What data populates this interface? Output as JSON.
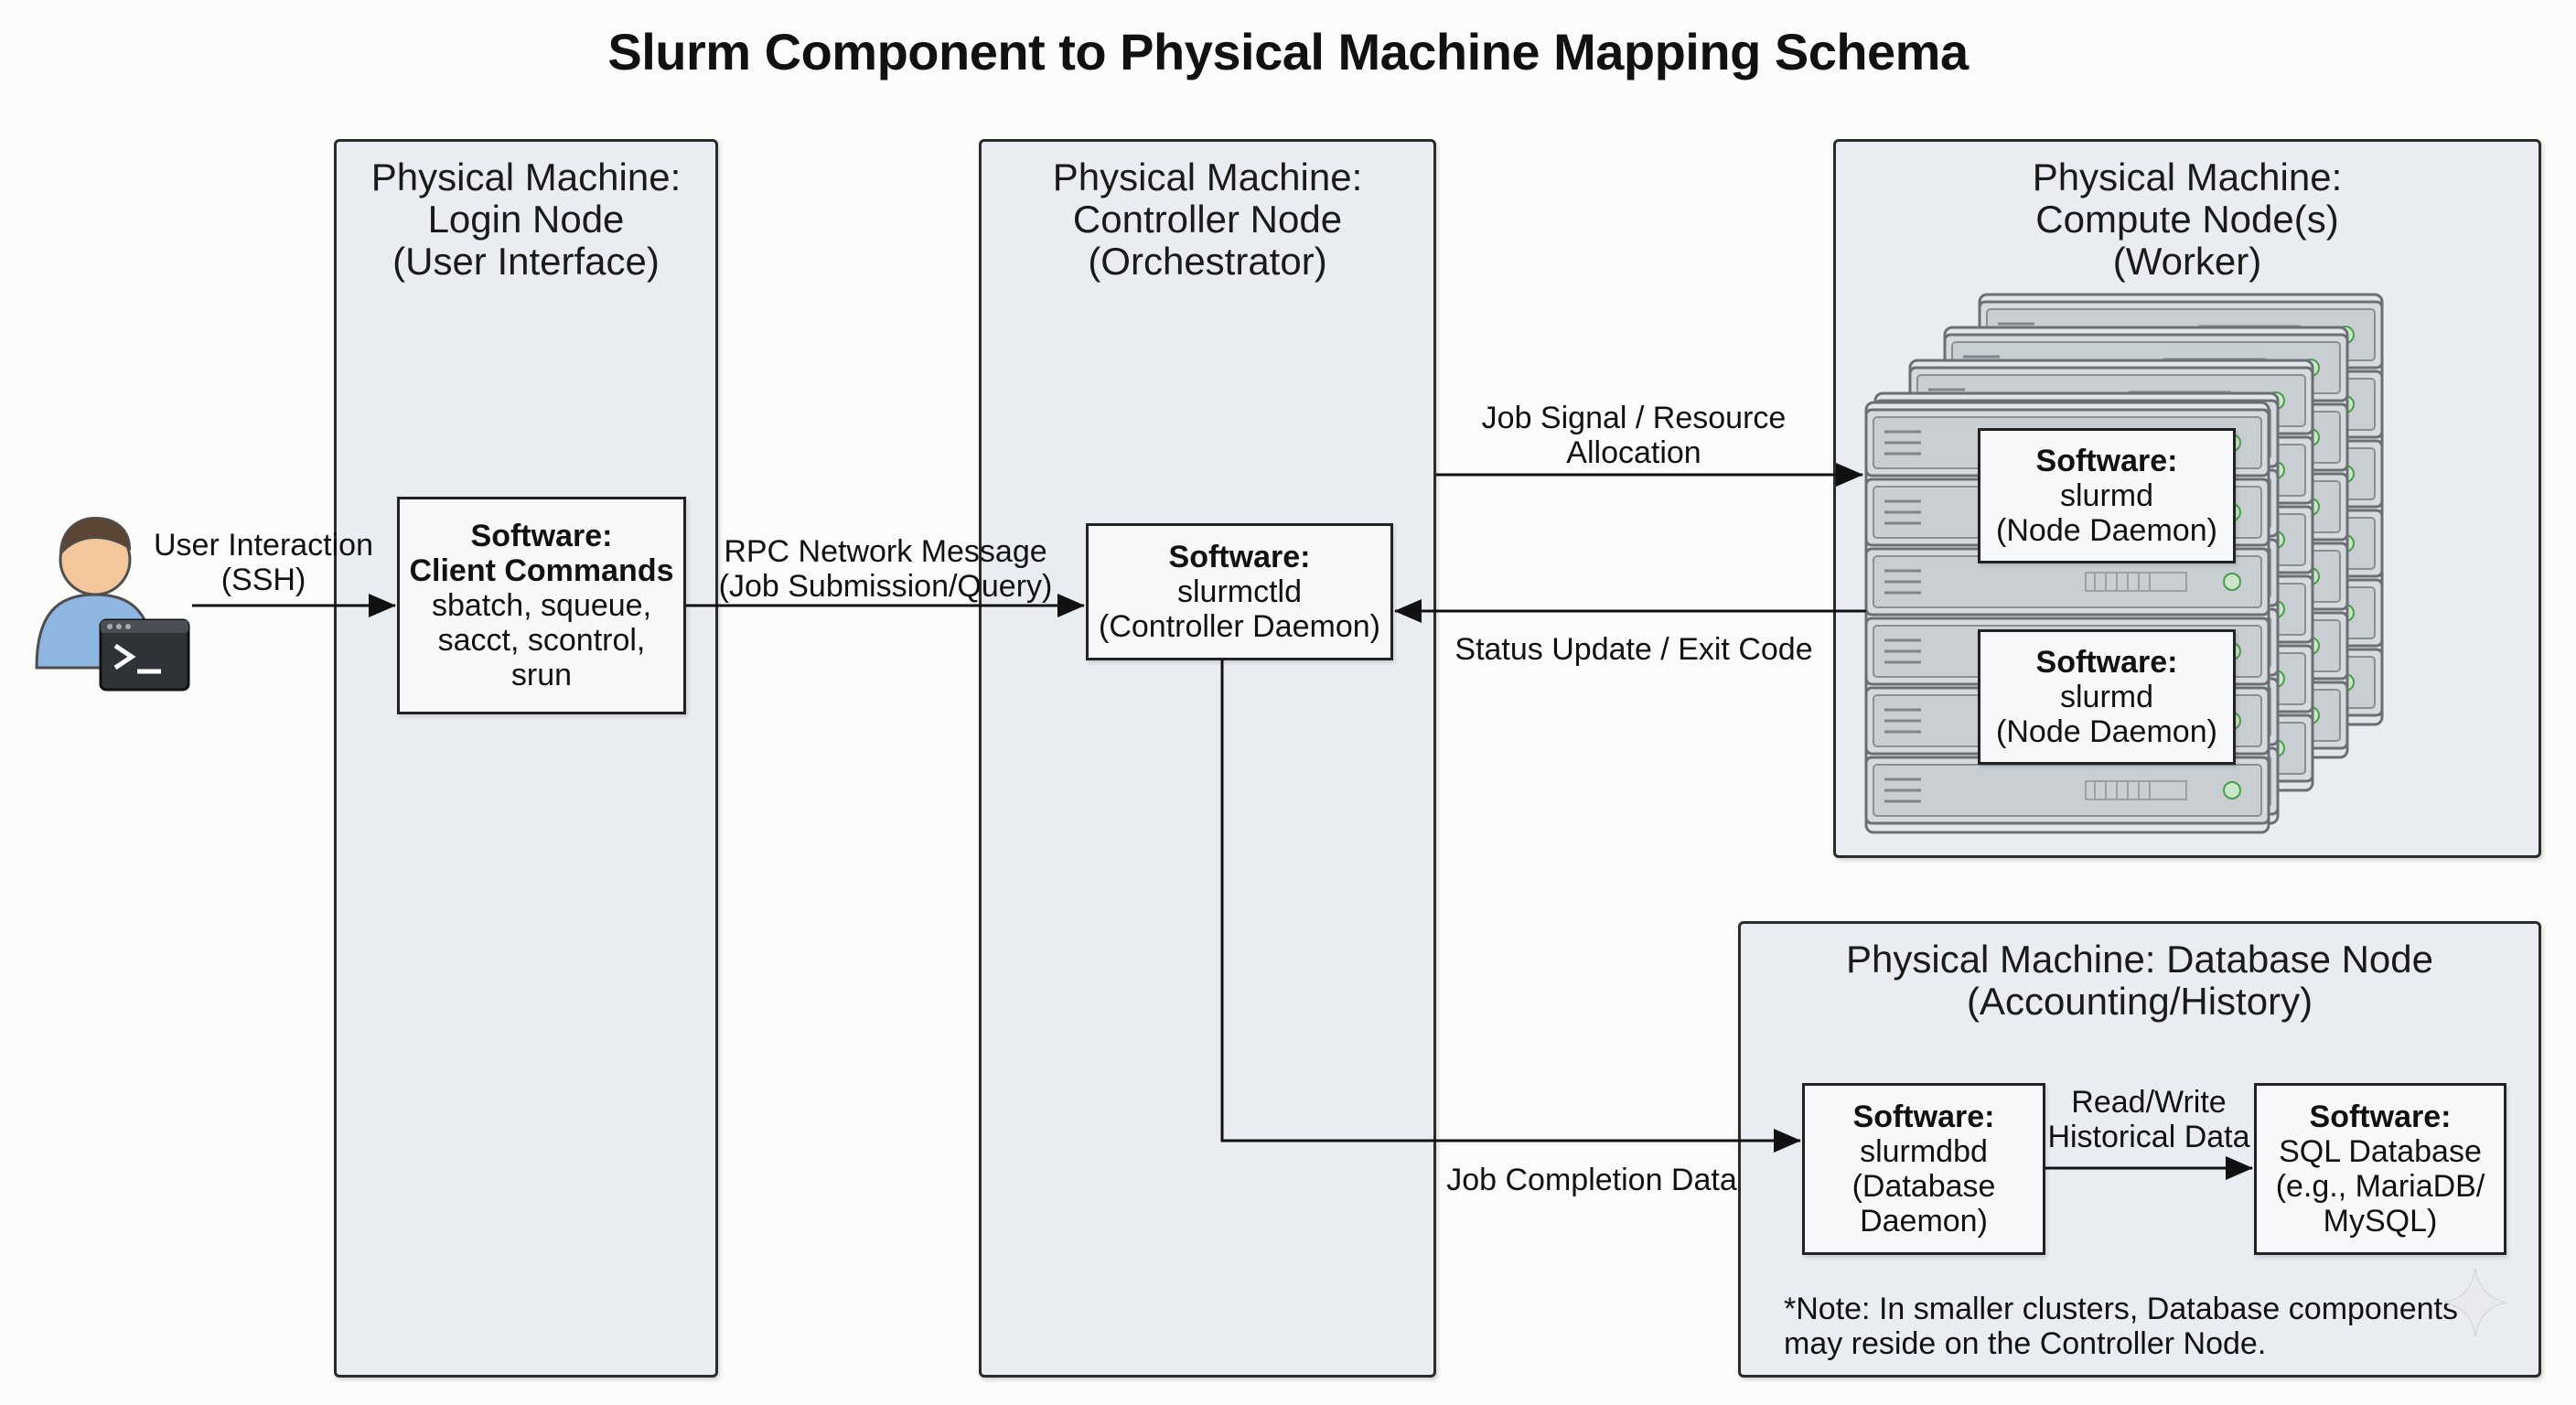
{
  "title": "Slurm Component to Physical Machine Mapping Schema",
  "machines": {
    "login": {
      "title": [
        "Physical Machine:",
        "Login Node",
        "(User Interface)"
      ]
    },
    "controller": {
      "title": [
        "Physical Machine:",
        "Controller Node",
        "(Orchestrator)"
      ]
    },
    "compute": {
      "title": [
        "Physical Machine:",
        "Compute Node(s)",
        "(Worker)"
      ]
    },
    "database": {
      "title": [
        "Physical Machine: Database Node",
        "(Accounting/History)"
      ]
    }
  },
  "software": {
    "client": {
      "heading": "Software:",
      "name": "Client Commands",
      "lines": [
        "sbatch, squeue,",
        "sacct, scontrol,",
        "srun"
      ]
    },
    "slurmctld": {
      "heading": "Software:",
      "lines": [
        "slurmctld",
        "(Controller Daemon)"
      ]
    },
    "slurmd_1": {
      "heading": "Software:",
      "lines": [
        "slurmd",
        "(Node Daemon)"
      ]
    },
    "slurmd_2": {
      "heading": "Software:",
      "lines": [
        "slurmd",
        "(Node Daemon)"
      ]
    },
    "slurmdbd": {
      "heading": "Software:",
      "lines": [
        "slurmdbd",
        "(Database",
        "Daemon)"
      ]
    },
    "sql": {
      "heading": "Software:",
      "lines": [
        "SQL Database",
        "(e.g., MariaDB/",
        "MySQL)"
      ]
    }
  },
  "labels": {
    "user_interaction": [
      "User Interaction",
      "(SSH)"
    ],
    "rpc": [
      "RPC Network Message",
      "(Job Submission/Query)"
    ],
    "job_signal": [
      "Job Signal / Resource",
      "Allocation"
    ],
    "status_update": [
      "Status Update / Exit Code"
    ],
    "job_completion": [
      "Job Completion Data"
    ],
    "read_write": [
      "Read/Write",
      "Historical Data"
    ]
  },
  "note": [
    "*Note: In smaller clusters, Database components",
    "may reside on the Controller Node."
  ],
  "colors": {
    "panel": "#e9edf1",
    "border": "#2b2b2b",
    "server": "#d4d8dc",
    "led": "#5fb35f"
  },
  "icons": {
    "user": "user-icon",
    "terminal": "terminal-icon",
    "server": "server-rack-icon",
    "sparkle": "sparkle-icon"
  }
}
